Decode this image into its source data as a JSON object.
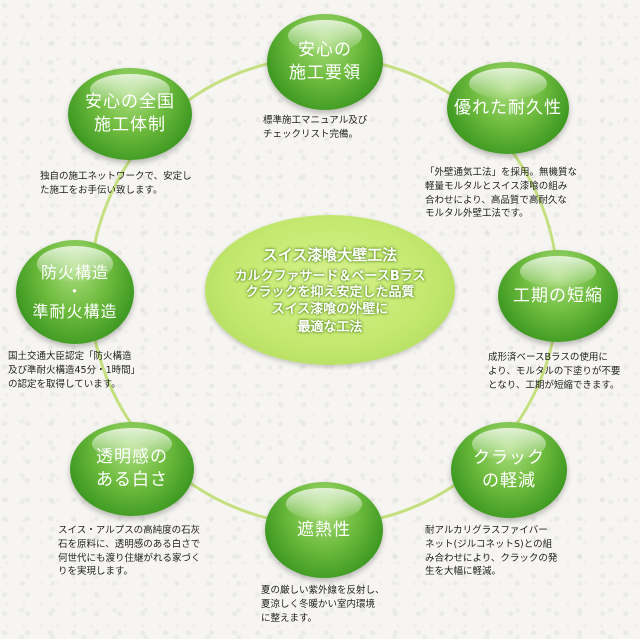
{
  "center": {
    "title": "スイス漆喰大壁工法",
    "subtitle": "カルクファサード＆ベースBラス",
    "body": "クラックを抑え安定した品質\nスイス漆喰の外壁に\n最適な工法"
  },
  "nodes": [
    {
      "title": "安心の\n施工要領",
      "desc": "標準施工マニュアル及び\nチェックリスト完備。"
    },
    {
      "title": "優れた耐久性",
      "desc": "「外壁通気工法」を採用。無機質な\n軽量モルタルとスイス漆喰の組み\n合わせにより、高品質で高耐久な\nモルタル外壁工法です。"
    },
    {
      "title": "工期の短縮",
      "desc": "成形済ベースBラスの使用に\nより、モルタルの下塗りが不要\nとなり、工期が短縮できます。"
    },
    {
      "title": "クラック\nの軽減",
      "desc": "耐アルカリグラスファイバー\nネット(ジルコネットS)との組\nみ合わせにより、クラックの発\n生を大幅に軽減。"
    },
    {
      "title": "遮熱性",
      "desc": "夏の厳しい紫外線を反射し、\n夏涼しく冬暖かい室内環境\nに整えます。"
    },
    {
      "title": "透明感の\nある白さ",
      "desc": "スイス・アルプスの高純度の石灰\n石を原料に、透明感のある白さで\n何世代にも渡り住継がれる家づく\nりを実現します。"
    },
    {
      "title": "防火構造\n・\n準耐火構造",
      "desc": "国土交通大臣認定「防火構造\n及び準耐火構造45分・1時間」\nの認定を取得しています。"
    },
    {
      "title": "安心の全国\n施工体制",
      "desc": "独自の施工ネットワークで、安定し\nた施工をお手伝い致します。"
    }
  ],
  "colors": {
    "ring": "#c5e080",
    "bubble": "#4fa92b",
    "center": "#c4e86f"
  }
}
